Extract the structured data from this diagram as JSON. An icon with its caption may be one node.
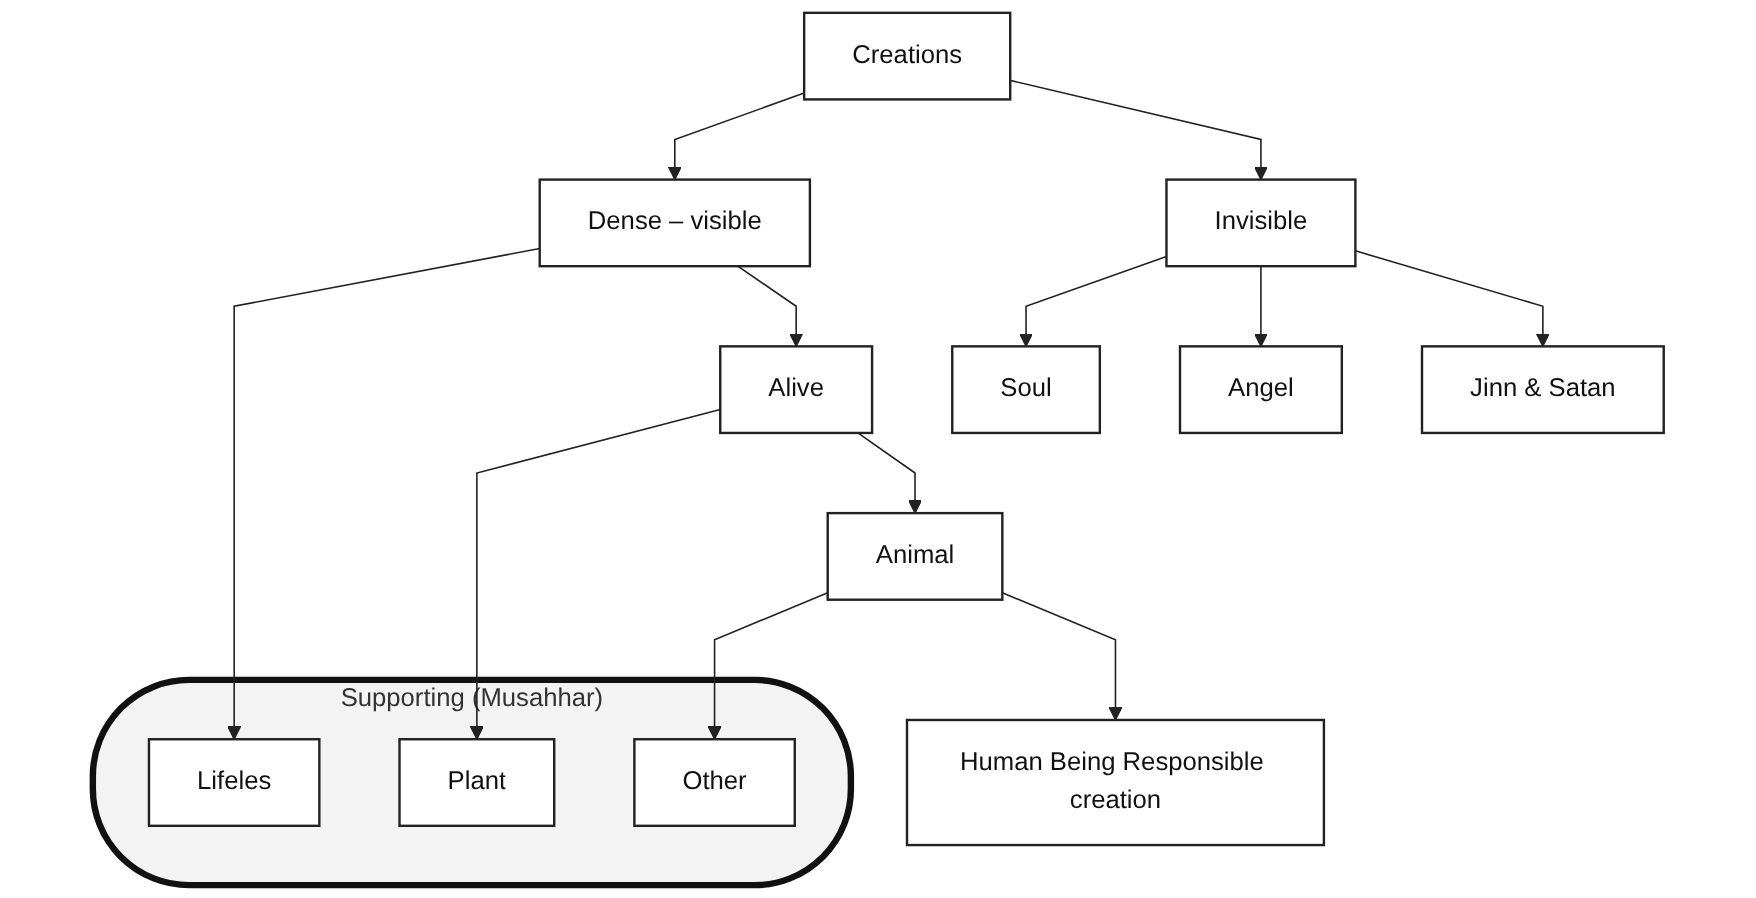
{
  "diagram": {
    "nodes": [
      {
        "text": [
          "Creations"
        ]
      },
      {
        "text": [
          "Dense – visible"
        ]
      },
      {
        "text": [
          "Invisible"
        ]
      },
      {
        "text": [
          "Supporting (Musahhar)"
        ]
      },
      {
        "text": [
          "Lifeles"
        ],
        "in": 3
      },
      {
        "text": [
          "Alive"
        ]
      },
      {
        "text": [
          "Soul"
        ]
      },
      {
        "text": [
          "Angel"
        ]
      },
      {
        "text": [
          "Jinn & Satan"
        ]
      },
      {
        "text": [
          "Plant"
        ],
        "in": 3
      },
      {
        "text": [
          "Animal"
        ]
      },
      {
        "text": [
          "Other"
        ],
        "in": 3
      },
      {
        "text": [
          "Human Being Responsible creation"
        ]
      }
    ],
    "edges": [
      {
        "from": 0,
        "to": 1,
        "arrow": "to"
      },
      {
        "from": 0,
        "to": 2,
        "arrow": "to"
      },
      {
        "from": 1,
        "to": 4,
        "arrow": "to"
      },
      {
        "from": 1,
        "to": 5,
        "arrow": "to"
      },
      {
        "from": 2,
        "to": 6,
        "arrow": "to"
      },
      {
        "from": 2,
        "to": 7,
        "arrow": "to"
      },
      {
        "from": 2,
        "to": 8,
        "arrow": "to"
      },
      {
        "from": 5,
        "to": 9,
        "arrow": "to"
      },
      {
        "from": 5,
        "to": 10,
        "arrow": "to"
      },
      {
        "from": 10,
        "to": 11,
        "arrow": "to"
      },
      {
        "from": 10,
        "to": 12,
        "arrow": "to"
      }
    ]
  }
}
